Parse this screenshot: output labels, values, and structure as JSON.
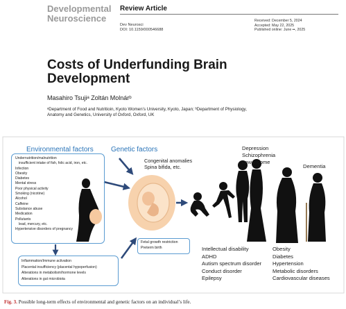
{
  "header": {
    "journal_line1": "Developmental",
    "journal_line2": "Neuroscience",
    "article_type": "Review Article",
    "journal_abbrev": "Dev Neurosci",
    "doi": "DOI: 10.1159/000546688",
    "received": "Received: December 5, 2024",
    "accepted": "Accepted: May 22, 2025",
    "published": "Published online: June ▪▪, 2025"
  },
  "article": {
    "title_line1": "Costs of Underfunding Brain",
    "title_line2": "Development",
    "authors": "Masahiro Tsujiᵃ   Zoltán Molnárᵇ",
    "affiliation_line1": "ᵃDepartment of Food and Nutritioin, Kyoto Women’s University, Kyoto, Japan; ᵇDepartment of Physiology,",
    "affiliation_line2": "Anatomy and Genetics, University of Oxford, Oxford, UK"
  },
  "figure": {
    "env_header": "Environmental factors",
    "gen_header": "Genetic factors",
    "env_factors": [
      {
        "text": "Undernutrition/malnutrition",
        "indent": false
      },
      {
        "text": "insufficient intake of fish, folic acid, iron, etc.",
        "indent": true
      },
      {
        "text": "Infection",
        "indent": false
      },
      {
        "text": "Obesity",
        "indent": false
      },
      {
        "text": "Diabetes",
        "indent": false
      },
      {
        "text": "Mental stress",
        "indent": false
      },
      {
        "text": "Poor physical activity",
        "indent": false
      },
      {
        "text": "Smoking (nicotine)",
        "indent": false
      },
      {
        "text": "Alcohol",
        "indent": false
      },
      {
        "text": "Caffeine",
        "indent": false
      },
      {
        "text": "Substance abuse",
        "indent": false
      },
      {
        "text": "Medication",
        "indent": false
      },
      {
        "text": "Pollutants",
        "indent": false
      },
      {
        "text": "lead, mercury, etc.",
        "indent": true
      },
      {
        "text": "Hypertensive disorders of pregnancy",
        "indent": false
      }
    ],
    "inflammation": [
      "Inflammation/Immune activation",
      "Placental insufficiency (placental hypoperfusion)",
      "Alterations in metabolism/hormone levels",
      "Alterations in gut microbiota"
    ],
    "congenital": [
      "Congenital anomalies",
      "Spina bifida, etc."
    ],
    "fetal": [
      "Fetal growth restriction",
      "Preterm birth"
    ],
    "adult_disorders": [
      "Depression",
      "Schizophrenia",
      "Low income"
    ],
    "dementia": "Dementia",
    "neurodevelopmental": [
      "Intellectual disability",
      "ADHD",
      "Autism spectrum disorder",
      "Conduct disorder",
      "Epilepsy"
    ],
    "metabolic": [
      "Obesity",
      "Diabetes",
      "Hypertension",
      "Metabolic disorders",
      "Cardiovascular diseases"
    ],
    "caption_label": "Fig. 3.",
    "caption_text": "Possible long-term effects of environmental and genetic factors on an individual’s life."
  }
}
